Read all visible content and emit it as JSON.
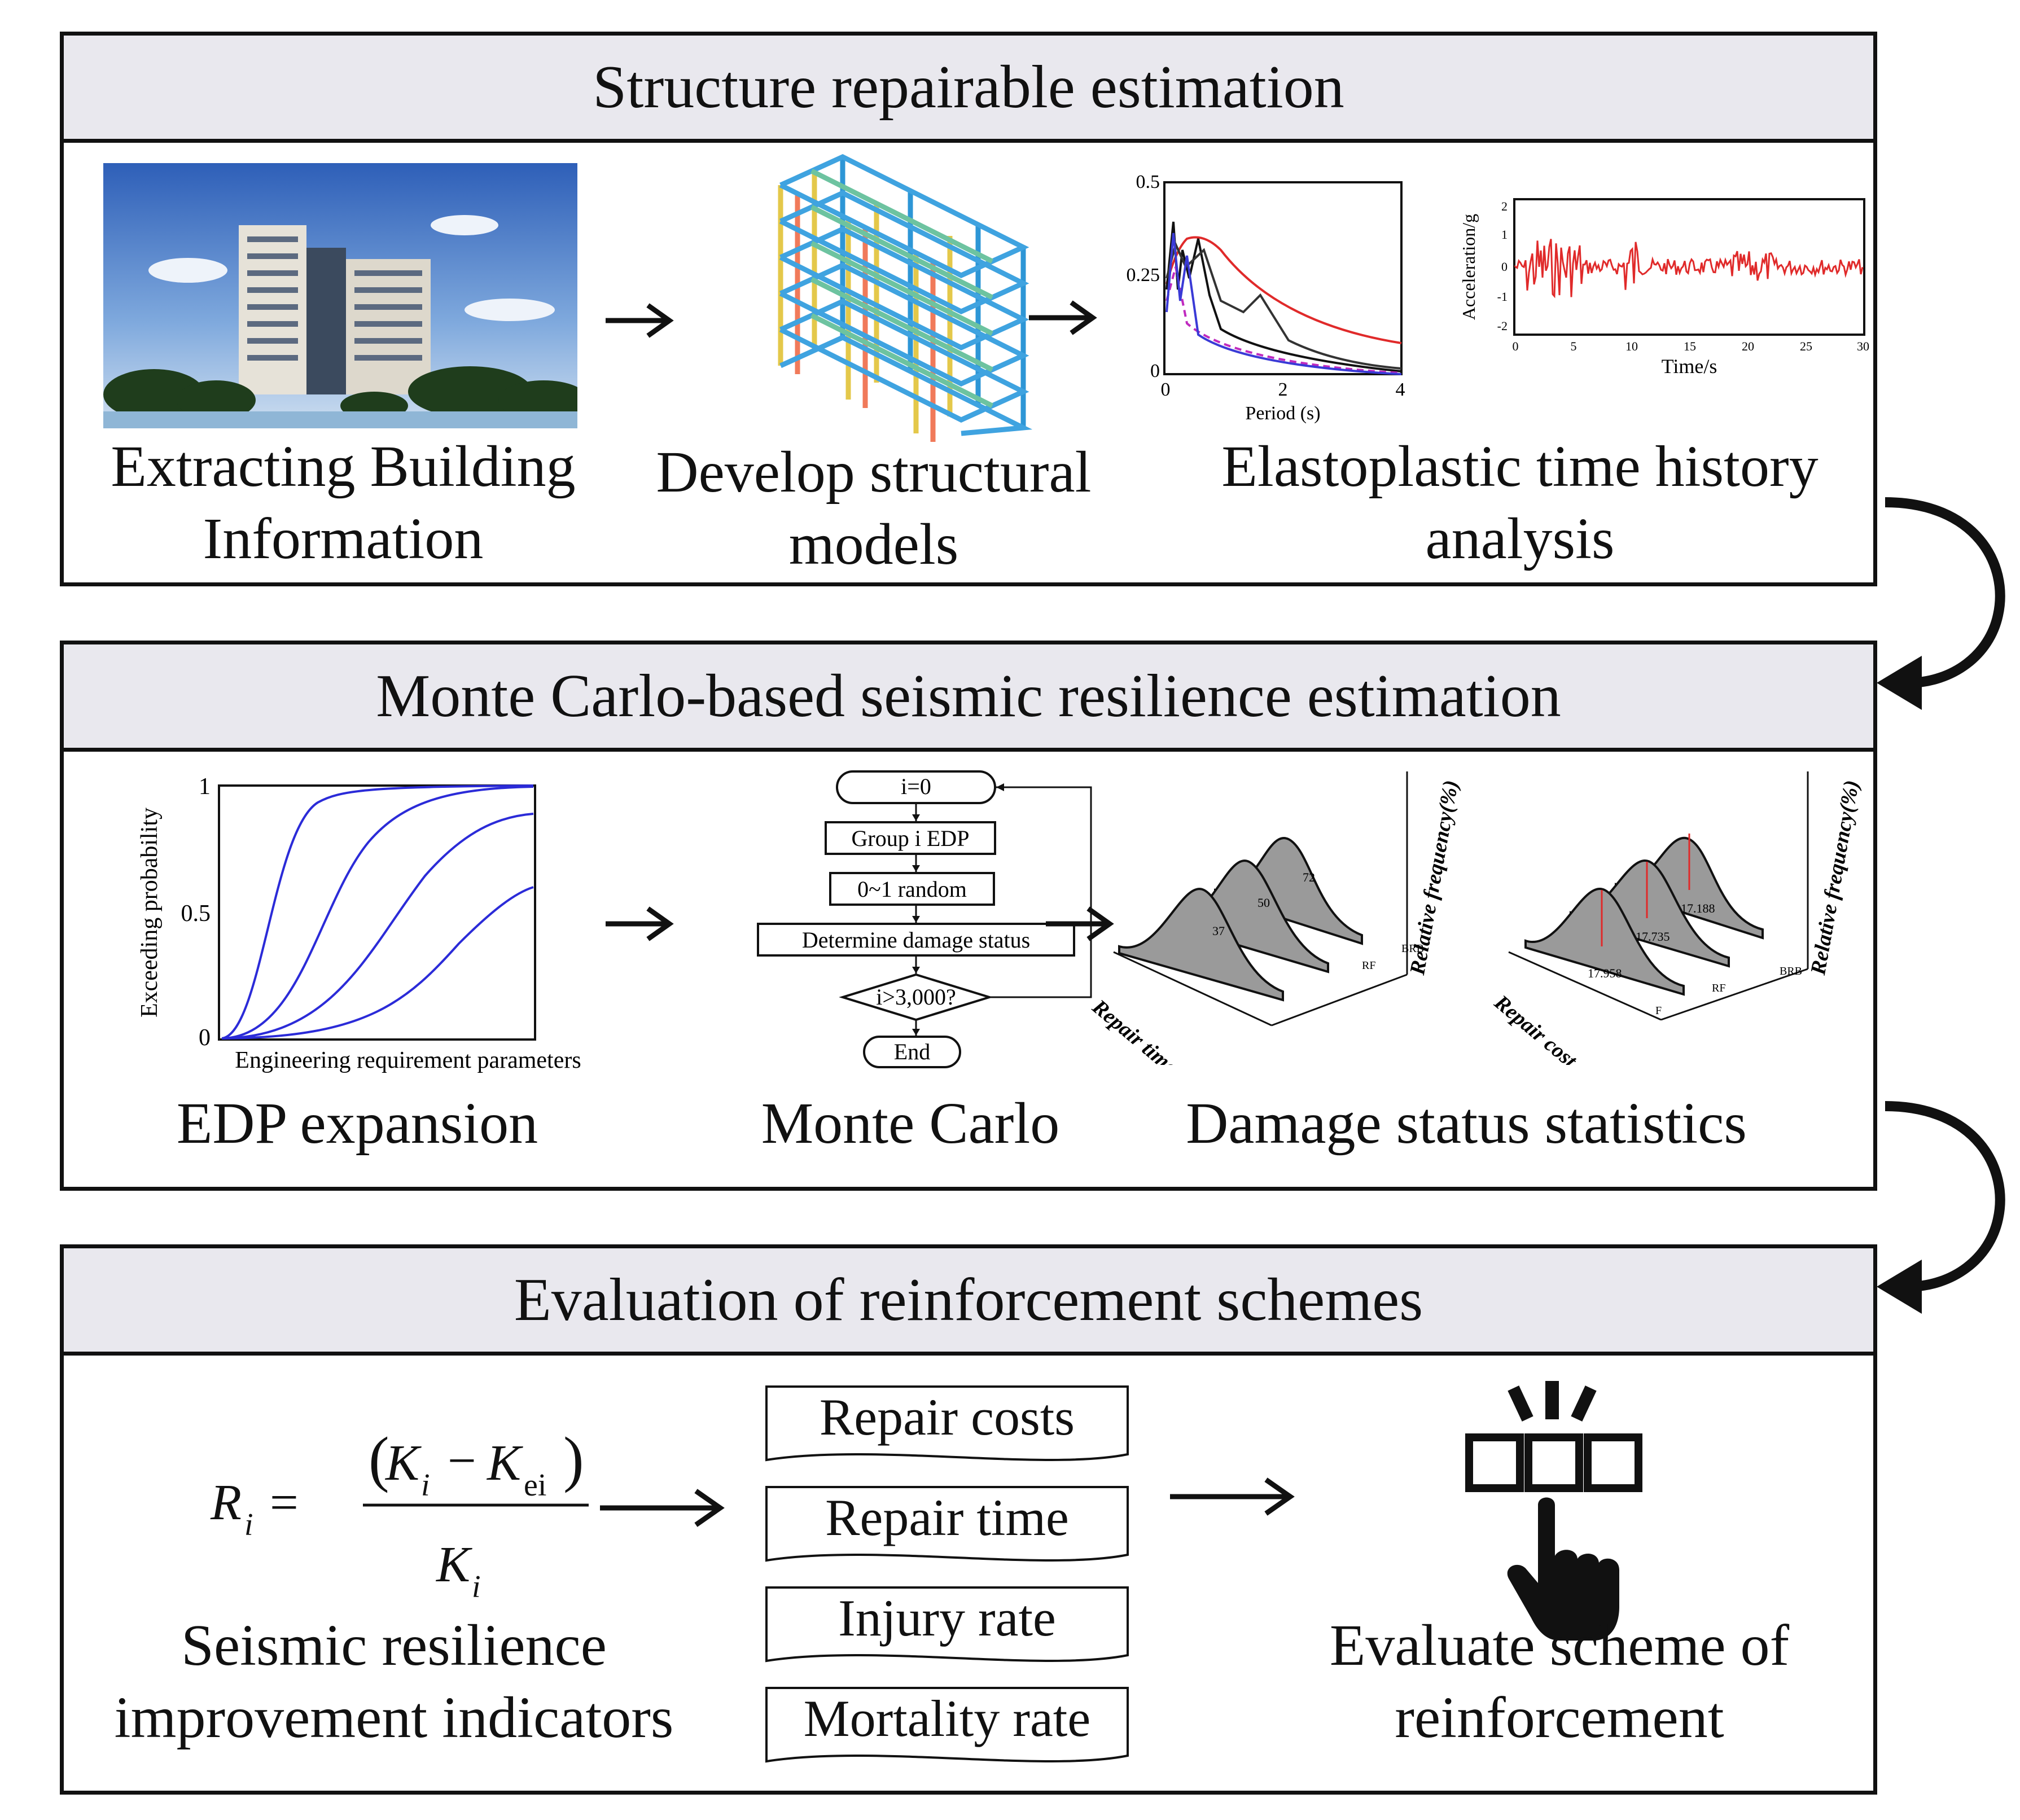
{
  "sections": {
    "structure": {
      "title": "Structure repairable estimation",
      "captions": {
        "building": "Extracting Building Information",
        "model": "Develop structural models",
        "analysis": "Elastoplastic time history analysis"
      },
      "spectrum_plot": {
        "y_ticks": [
          "0.5",
          "0.25",
          "0"
        ],
        "x_ticks": [
          "0",
          "2",
          "4"
        ],
        "x_label": "Period (s)"
      },
      "time_plot": {
        "y_label": "Acceleration/g",
        "y_ticks": [
          "2",
          "1",
          "0",
          "-1",
          "-2"
        ],
        "x_ticks": [
          "0",
          "5",
          "10",
          "15",
          "20",
          "25",
          "30"
        ],
        "x_label": "Time/s"
      }
    },
    "monte_carlo": {
      "title": "Monte Carlo-based seismic resilience estimation",
      "captions": {
        "edp": "EDP expansion",
        "mc": "Monte Carlo",
        "damage": "Damage status statistics"
      },
      "edp_plot": {
        "y_label": "Exceeding probability",
        "y_ticks": [
          "1",
          "0.5",
          "0"
        ],
        "x_label": "Engineering requirement parameters"
      },
      "flowchart": {
        "start": "i=0",
        "step1": "Group i EDP",
        "step2": "0~1 random",
        "step3": "Determine damage status",
        "decision": "i>3,000?",
        "end": "End"
      },
      "damage_plots": {
        "left_axis": "Repair time",
        "right_axis": "Repair cost",
        "z_label": "Relative frequency(%)",
        "left_peak_labels": [
          "37",
          "50",
          "72"
        ],
        "right_peak_labels": [
          "17.958",
          "17.735",
          "17.188"
        ],
        "categories": [
          "F",
          "RF",
          "BRB"
        ]
      }
    },
    "reinforcement": {
      "title": "Evaluation of reinforcement schemes",
      "formula": {
        "lhs": "R",
        "lhs_sub": "i",
        "num_a": "K",
        "num_a_sub": "i",
        "num_b": "K",
        "num_b_sub": "ei",
        "den": "K",
        "den_sub": "i"
      },
      "captions": {
        "indicators": "Seismic resilience improvement indicators",
        "evaluate": "Evaluate scheme of reinforcement"
      },
      "items": [
        "Repair costs",
        "Repair time",
        "Injury rate",
        "Mortality rate"
      ]
    }
  },
  "colors": {
    "header_bg": "#e9e8ee",
    "curve_blue": "#2b2bd8",
    "signal_red": "#e02a2a"
  }
}
